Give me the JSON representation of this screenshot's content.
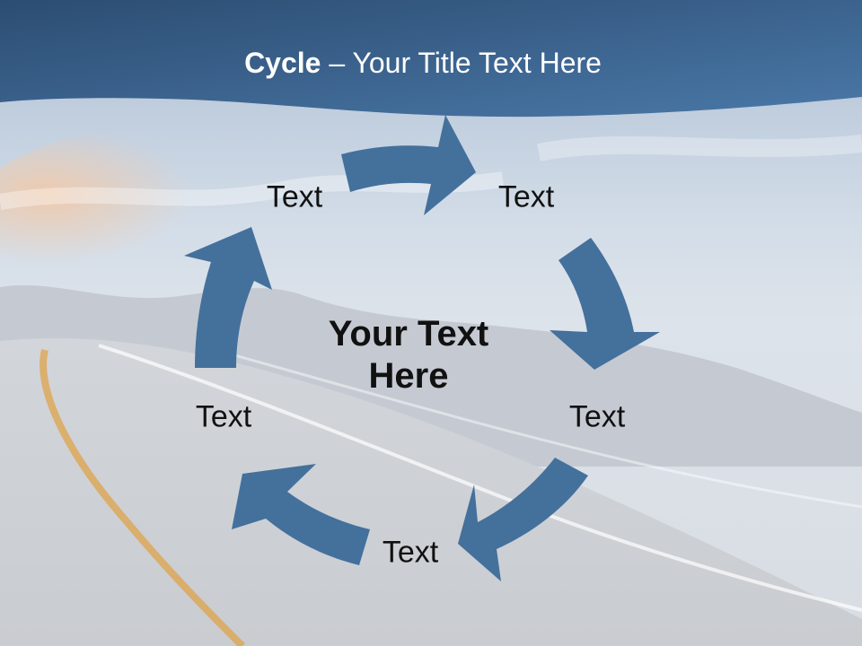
{
  "slide": {
    "title_bold": "Cycle",
    "title_rest": " – Your Title Text Here",
    "center_text": "Your Text Here",
    "nodes": [
      {
        "label": "Text"
      },
      {
        "label": "Text"
      },
      {
        "label": "Text"
      },
      {
        "label": "Text"
      },
      {
        "label": "Text"
      }
    ]
  },
  "colors": {
    "banner": "#3e6a96",
    "arrow": "#44709c",
    "road_line": "#e0a040"
  },
  "icons": {
    "arrow_shape": "curved-arrow"
  }
}
